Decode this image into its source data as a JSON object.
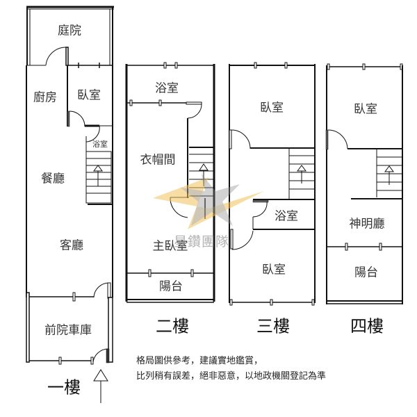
{
  "floors": [
    {
      "title": "一樓",
      "rooms": [
        "庭院",
        "廚房",
        "臥室",
        "浴室",
        "餐廳",
        "客廳",
        "前院車庫"
      ]
    },
    {
      "title": "二樓",
      "rooms": [
        "浴室",
        "衣帽間",
        "主臥室",
        "陽台"
      ]
    },
    {
      "title": "三樓",
      "rooms": [
        "臥室",
        "浴室",
        "臥室"
      ]
    },
    {
      "title": "四樓",
      "rooms": [
        "臥室",
        "神明廳",
        "陽台"
      ]
    }
  ],
  "watermark": {
    "text": "星鑽團隊",
    "colors": {
      "gold": "#f2c25a",
      "gray": "#8a8a8a"
    }
  },
  "notes": [
    "格局圖供參考，建議實地鑑賞，",
    "比列稍有誤差，絕非惡意，以地政機關登記為準"
  ],
  "colors": {
    "wall": "#111111",
    "background": "#ffffff"
  }
}
